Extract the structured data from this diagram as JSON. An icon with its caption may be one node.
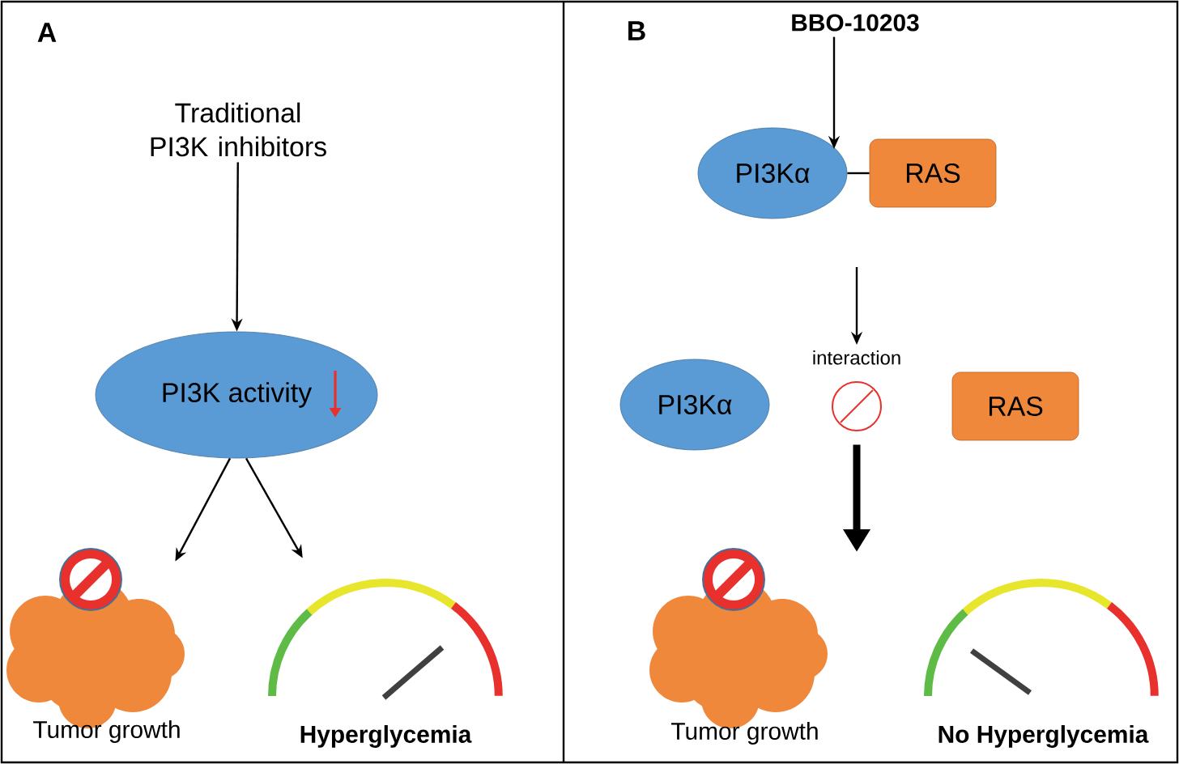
{
  "diagram": {
    "nodes": [
      {
        "text": [
          "Traditional PI3K inhibitors"
        ]
      },
      {
        "text": [
          "PI3K activity"
        ]
      },
      {
        "text": [],
        "shape": "cloud",
        "beside": [
          "Tumor growth"
        ]
      },
      {
        "text": [],
        "shape": "gauge",
        "beside": [
          "Hyperglycemia"
        ]
      },
      {
        "text": [
          "BBO-10203"
        ]
      },
      {
        "text": [
          "PI3Kα"
        ]
      },
      {
        "text": [
          "RAS"
        ]
      },
      {
        "text": [
          "PI3Kα"
        ]
      },
      {
        "text": [
          "interaction"
        ]
      },
      {
        "text": [
          "RAS"
        ]
      },
      {
        "text": [],
        "shape": "cloud",
        "beside": [
          "Tumor growth"
        ]
      },
      {
        "text": [],
        "shape": "gauge",
        "beside": [
          "No Hyperglycemia"
        ]
      }
    ],
    "edges": [
      {
        "from": 0,
        "to": 1,
        "arrow": "to"
      },
      {
        "from": 1,
        "to": 2,
        "arrow": "to"
      },
      {
        "from": 1,
        "to": 3,
        "arrow": "to"
      },
      {
        "from": 4,
        "to": 5,
        "arrow": "to"
      },
      {
        "from": 5,
        "to": 6,
        "arrow": "none"
      },
      {
        "from": null,
        "to": 8,
        "arrow": "to"
      },
      {
        "from": 8,
        "to": null,
        "arrow": "to",
        "style": "thick"
      }
    ],
    "labels": [
      "A",
      "B"
    ]
  }
}
